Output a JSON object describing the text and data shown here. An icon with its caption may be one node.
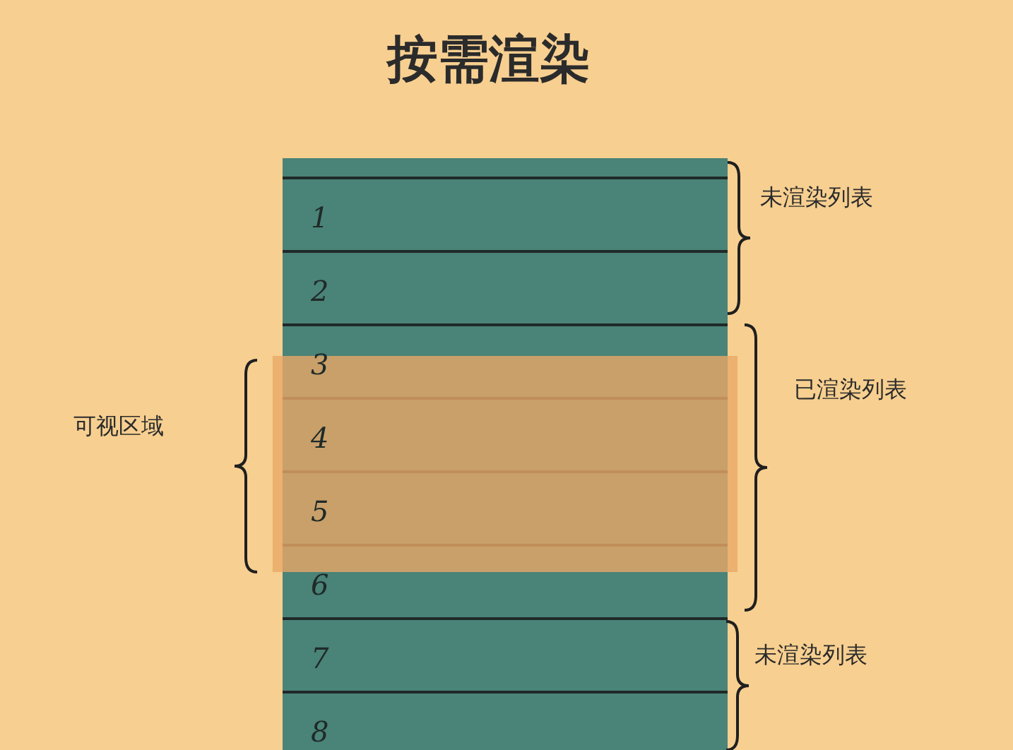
{
  "diagram": {
    "title": "按需渲染",
    "nodes": [
      {
        "text": [
          "1"
        ]
      },
      {
        "text": [
          "2"
        ]
      },
      {
        "text": [
          "3"
        ]
      },
      {
        "text": [
          "4"
        ]
      },
      {
        "text": [
          "5"
        ]
      },
      {
        "text": [
          "6"
        ]
      },
      {
        "text": [
          "7"
        ]
      },
      {
        "text": [
          "8"
        ]
      }
    ],
    "labels": [
      "未渲染列表",
      "已渲染列表",
      "可视区域",
      "未渲染列表"
    ]
  }
}
